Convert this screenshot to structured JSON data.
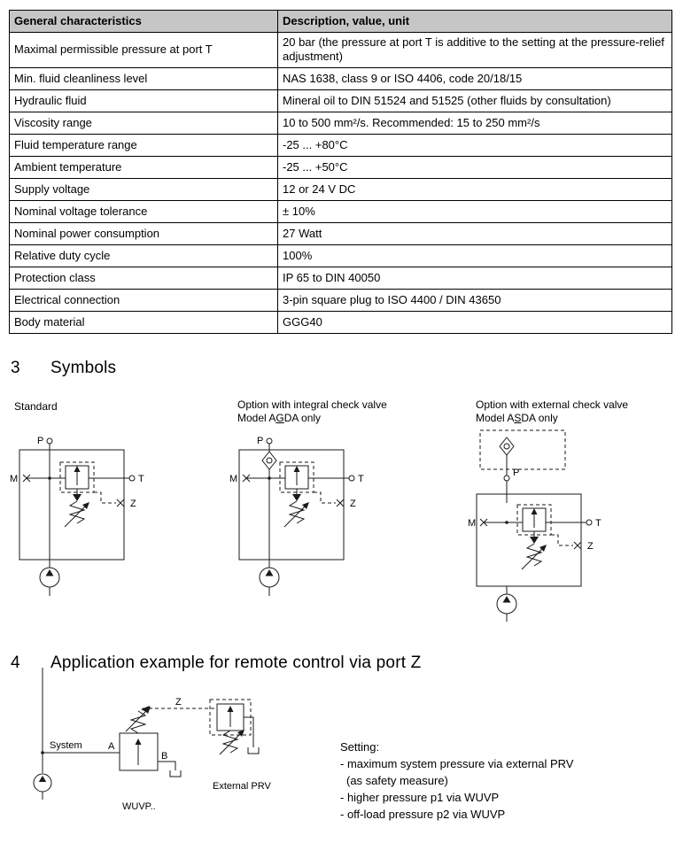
{
  "table": {
    "header": [
      "General characteristics",
      "Description, value, unit"
    ],
    "rows": [
      [
        "Maximal permissible pressure at port T",
        "20 bar (the pressure at port T is additive to the setting at the pressure-relief adjustment)"
      ],
      [
        "Min. fluid cleanliness level",
        "NAS 1638, class 9 or ISO 4406, code 20/18/15"
      ],
      [
        "Hydraulic fluid",
        "Mineral oil to DIN 51524 and 51525 (other fluids by consultation)"
      ],
      [
        "Viscosity range",
        "10 to 500 mm²/s. Recommended: 15 to 250 mm²/s"
      ],
      [
        "Fluid temperature range",
        "-25 ... +80°C"
      ],
      [
        "Ambient temperature",
        "-25 ... +50°C"
      ],
      [
        "Supply voltage",
        "12 or 24 V DC"
      ],
      [
        "Nominal voltage tolerance",
        "± 10%"
      ],
      [
        "Nominal power consumption",
        "27 Watt"
      ],
      [
        "Relative duty cycle",
        "100%"
      ],
      [
        "Protection class",
        "IP 65 to DIN 40050"
      ],
      [
        "Electrical connection",
        "3-pin square plug to ISO 4400 / DIN 43650"
      ],
      [
        "Body material",
        "GGG40"
      ]
    ]
  },
  "sections": {
    "symbols": {
      "number": "3",
      "title": "Symbols"
    },
    "application": {
      "number": "4",
      "title": "Application example for remote control via port Z"
    }
  },
  "symbols": {
    "standard_label": "Standard",
    "integral": {
      "line1": "Option with integral check valve",
      "line2_prefix": "Model A",
      "line2_underline": "G",
      "line2_suffix": "DA only"
    },
    "external": {
      "line1": "Option with external check valve",
      "line2_prefix": "Model A",
      "line2_underline": "S",
      "line2_suffix": "DA only"
    }
  },
  "ports": {
    "p": "P",
    "t": "T",
    "m": "M",
    "z": "Z"
  },
  "application": {
    "system_label": "System",
    "port_a": "A",
    "port_b": "B",
    "port_z": "Z",
    "valve_label": "WUVP..",
    "prv_label": "External PRV",
    "setting_title": "Setting:",
    "setting_items": [
      "- maximum system pressure via external PRV",
      "(as safety measure)",
      "- higher pressure p1 via WUVP",
      "- off-load pressure p2 via WUVP"
    ]
  }
}
